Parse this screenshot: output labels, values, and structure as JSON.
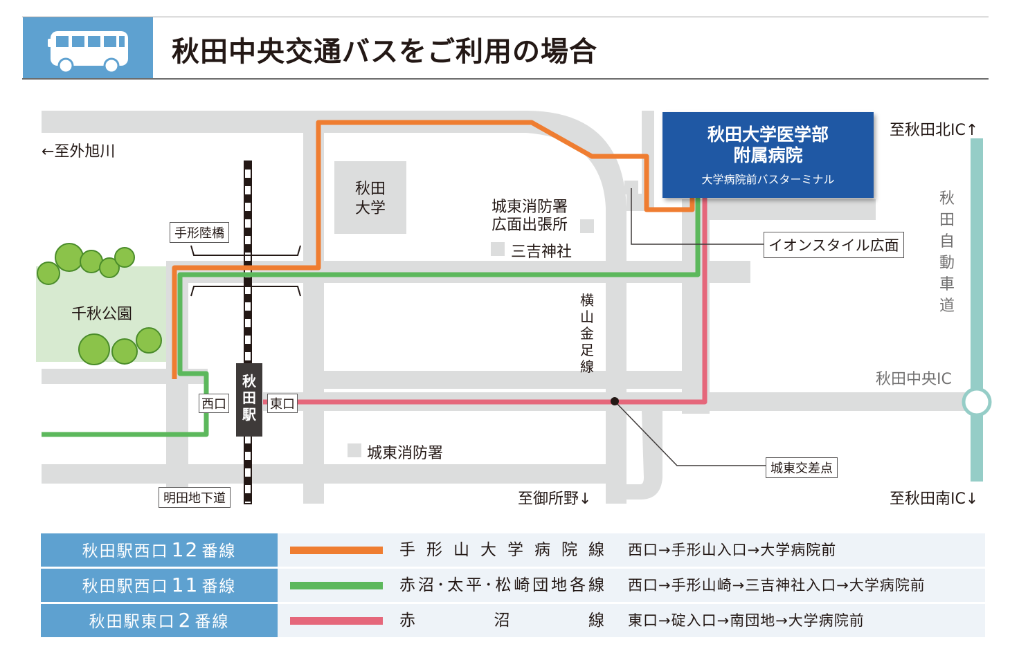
{
  "header": {
    "title": "秋田中央交通バスをご利用の場合",
    "icon": "bus-icon",
    "accent_color": "#5ea1d0"
  },
  "map": {
    "directions": {
      "to_sotoasahikawa": "←至外旭川",
      "to_akita_north_ic": "至秋田北IC↑",
      "to_akita_south_ic": "至秋田南IC↓",
      "to_goshono": "至御所野↓"
    },
    "hospital": {
      "name": "秋田大学医学部\n附属病院",
      "subtitle": "大学病院前バスターミナル"
    },
    "station": {
      "name": "秋田駅",
      "west_exit": "西口",
      "east_exit": "東口"
    },
    "landmarks": {
      "akita_university": "秋田\n大学",
      "joto_fire_branch": "城東消防署\n広面出張所",
      "miyoshi_shrine": "三吉神社",
      "joto_fire_station": "城東消防署",
      "senshu_park": "千秋公園",
      "aeon_style": "イオンスタイル広面",
      "joto_intersection": "城東交差点",
      "tegata_bridge": "手形陸橋",
      "meida_underpass": "明田地下道",
      "yokoyama_line": "横山金足線",
      "expressway": "秋田自動車道",
      "akita_chuo_ic": "秋田中央IC"
    },
    "colors": {
      "road": "#dcdddd",
      "park": "#d7ead0",
      "orange_route": "#ef7d31",
      "green_route": "#5cb85c",
      "pink_route": "#e5677b",
      "expressway": "#95cdc7",
      "hospital": "#1f58a4"
    }
  },
  "legend": [
    {
      "route_prefix": "秋田駅西口",
      "route_number": "12",
      "route_suffix": "番線",
      "line_name": "手形山大学病院線",
      "path": "西口→手形山入口→大学病院前",
      "color": "#ef7d31"
    },
    {
      "route_prefix": "秋田駅西口",
      "route_number": "11",
      "route_suffix": "番線",
      "line_name": "赤沼･太平･松崎団地各線",
      "path": "西口→手形山崎→三吉神社入口→大学病院前",
      "color": "#5cb85c"
    },
    {
      "route_prefix": "秋田駅東口",
      "route_number": "2",
      "route_suffix": "番線",
      "line_name": "赤沼線",
      "path": "東口→碇入口→南団地→大学病院前",
      "color": "#e5677b"
    }
  ]
}
